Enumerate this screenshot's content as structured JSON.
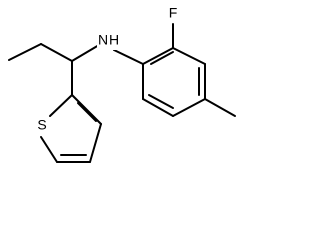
{
  "molecule": {
    "atoms": {
      "nitrogen": "N",
      "hydrogen": "H",
      "fluorine": "F",
      "sulfur": "S"
    }
  },
  "colors": {
    "bond": "#000000",
    "background": "#ffffff"
  }
}
